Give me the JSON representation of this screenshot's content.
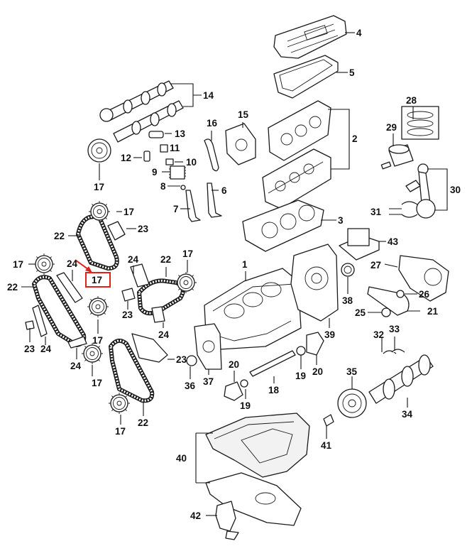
{
  "diagram": {
    "callouts": {
      "c1": "1",
      "c2": "2",
      "c3": "3",
      "c4": "4",
      "c5": "5",
      "c6": "6",
      "c7": "7",
      "c8": "8",
      "c9": "9",
      "c10": "10",
      "c11": "11",
      "c12": "12",
      "c13": "13",
      "c14": "14",
      "c15": "15",
      "c16": "16",
      "c17a": "17",
      "c17b": "17",
      "c17c": "17",
      "c17d": "17",
      "c17e": "17",
      "c17f": "17",
      "c17g": "17",
      "c17h": "17",
      "c18": "18",
      "c19a": "19",
      "c19b": "19",
      "c20a": "20",
      "c20b": "20",
      "c21": "21",
      "c22a": "22",
      "c22b": "22",
      "c22c": "22",
      "c22d": "22",
      "c23a": "23",
      "c23b": "23",
      "c23c": "23",
      "c23d": "23",
      "c24a": "24",
      "c24b": "24",
      "c24c": "24",
      "c24d": "24",
      "c24e": "24",
      "c25": "25",
      "c26": "26",
      "c27": "27",
      "c28": "28",
      "c29": "29",
      "c30": "30",
      "c31": "31",
      "c32": "32",
      "c33": "33",
      "c34": "34",
      "c35": "35",
      "c36": "36",
      "c37": "37",
      "c38": "38",
      "c39": "39",
      "c40": "40",
      "c41": "41",
      "c42": "42",
      "c43": "43"
    },
    "highlight": {
      "label": "17",
      "color": "#e0201b"
    }
  }
}
